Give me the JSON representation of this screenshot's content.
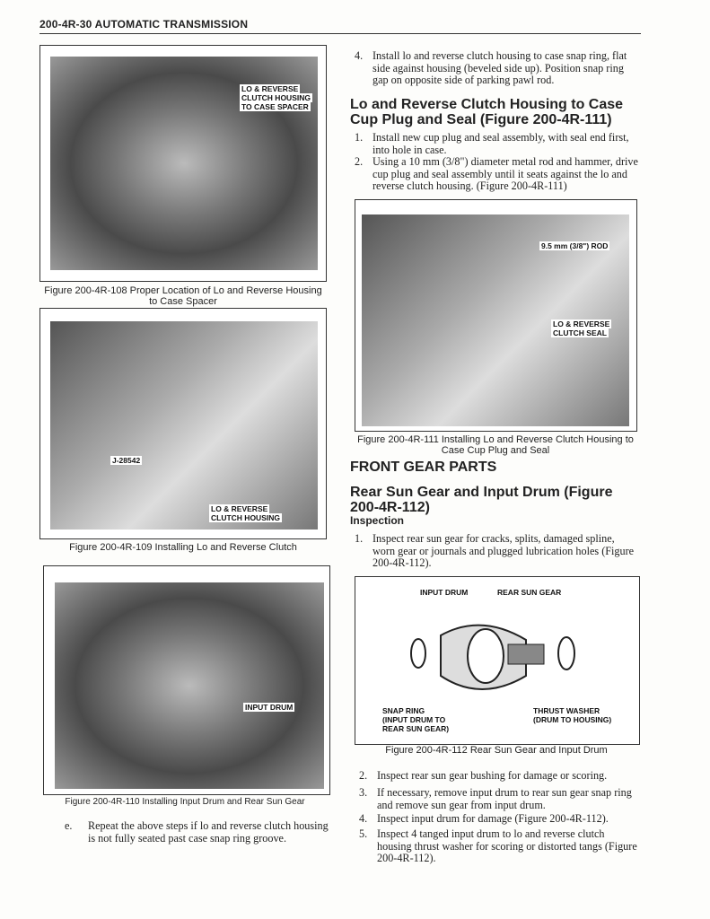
{
  "header": {
    "title": "200-4R-30  AUTOMATIC TRANSMISSION"
  },
  "figures": {
    "f108": {
      "caption": "Figure 200-4R-108 Proper Location of Lo and Reverse Housing to Case Spacer",
      "callouts": [
        "LO & REVERSE",
        "CLUTCH HOUSING",
        "TO CASE SPACER"
      ]
    },
    "f109": {
      "caption": "Figure 200-4R-109 Installing Lo and Reverse Clutch",
      "callouts": [
        "J-28542",
        "LO & REVERSE",
        "CLUTCH HOUSING"
      ]
    },
    "f110": {
      "caption": "Figure 200-4R-110 Installing Input Drum and Rear Sun Gear",
      "callouts": [
        "INPUT DRUM"
      ]
    },
    "f111": {
      "caption": "Figure 200-4R-111 Installing Lo and Reverse Clutch Housing to Case Cup Plug and Seal",
      "callouts": [
        "9.5 mm (3/8\") ROD",
        "LO & REVERSE",
        "CLUTCH SEAL"
      ]
    },
    "f112": {
      "caption": "Figure 200-4R-112 Rear Sun Gear and Input Drum",
      "callouts": [
        "INPUT DRUM",
        "REAR SUN GEAR",
        "SNAP RING",
        "(INPUT DRUM TO",
        "REAR SUN GEAR)",
        "THRUST WASHER",
        "(DRUM TO HOUSING)"
      ]
    }
  },
  "left": {
    "step_e": {
      "n": "e.",
      "t": "Repeat the above steps if lo and reverse clutch housing is not fully seated past case snap ring groove."
    }
  },
  "right": {
    "step4": {
      "n": "4.",
      "t": "Install lo and reverse clutch housing to case snap ring, flat side against housing (beveled side up). Position snap ring gap on opposite side of parking pawl rod."
    },
    "h_cup": "Lo and Reverse Clutch Housing to Case Cup Plug and Seal (Figure 200-4R-111)",
    "cup_steps": [
      {
        "n": "1.",
        "t": "Install new cup plug and seal assembly, with seal end first, into hole in case."
      },
      {
        "n": "2.",
        "t": "Using a 10 mm (3/8\") diameter metal rod and hammer, drive cup plug and seal assembly until it seats against the lo and reverse clutch housing. (Figure 200-4R-111)"
      }
    ],
    "h_front": "FRONT GEAR PARTS",
    "h_rear": "Rear Sun Gear and Input Drum (Figure 200-4R-112)",
    "h_insp": "Inspection",
    "insp1": {
      "n": "1.",
      "t": "Inspect rear sun gear for cracks, splits, damaged spline, worn gear or journals and plugged lubrication holes (Figure 200-4R-112)."
    },
    "insp_more": [
      {
        "n": "2.",
        "t": "Inspect rear sun gear bushing for damage or scoring."
      },
      {
        "n": "3.",
        "t": "If necessary, remove input drum to rear sun gear snap ring and remove sun gear from input drum."
      },
      {
        "n": "4.",
        "t": "Inspect input drum for damage (Figure 200-4R-112)."
      },
      {
        "n": "5.",
        "t": "Inspect 4 tanged input drum to lo and reverse clutch housing thrust washer for scoring or distorted tangs (Figure 200-4R-112)."
      }
    ]
  }
}
